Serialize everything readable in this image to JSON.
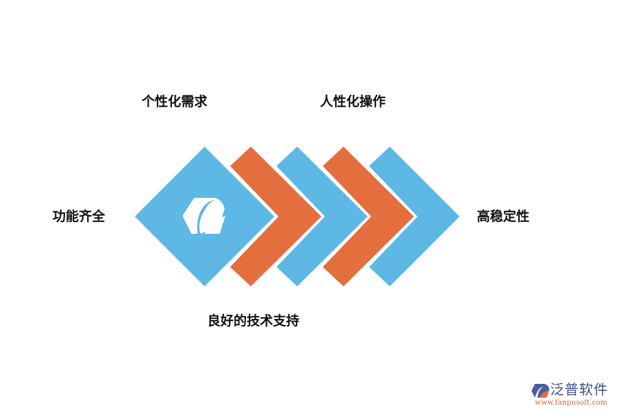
{
  "diagram": {
    "colors": {
      "blue": "#5db8e6",
      "orange": "#e46e3e",
      "text": "#111111"
    },
    "labels": {
      "left": "功能齐全",
      "top_left": "个性化需求",
      "top_right": "人性化操作",
      "bottom": "良好的技术支持",
      "right": "高稳定性"
    },
    "center_icon": "fanpu-logo-icon",
    "chevrons": [
      "orange",
      "blue",
      "orange",
      "blue"
    ]
  },
  "watermark": {
    "brand": "泛普软件",
    "url": "www.fanpusoft.com",
    "icon": "fanpu-logo-icon"
  }
}
